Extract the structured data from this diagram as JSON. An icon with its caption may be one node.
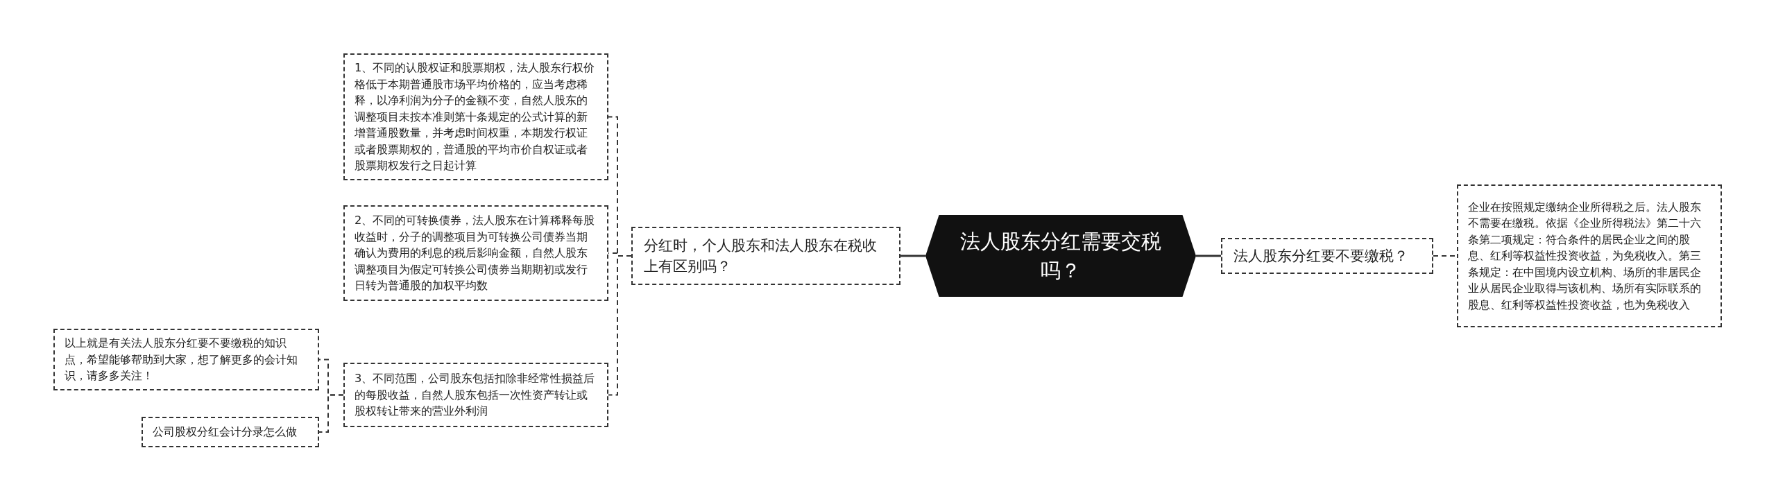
{
  "diagram": {
    "nodes": [
      {
        "text": [
          "法人股东分红需要交税吗？"
        ]
      },
      {
        "text": [
          "分红时，个人股东和法人股东在税收上有区别吗？"
        ]
      },
      {
        "text": [
          "1、不同的认股权证和股票期权，法人股东行权价格低于本期普通股市场平均价格的，应当考虑稀释，以净利润为分子的金额不变，自然人股东的调整项目未按本准则第十条规定的公式计算的新增普通股数量，并考虑时间权重，本期发行权证或者股票期权的，普通股的平均市价自权证或者股票期权发行之日起计算"
        ]
      },
      {
        "text": [
          "2、不同的可转换债券，法人股东在计算稀释每股收益时，分子的调整项目为可转换公司债券当期确认为费用的利息的税后影响金额，自然人股东调整项目为假定可转换公司债券当期期初或发行日转为普通股的加权平均数"
        ]
      },
      {
        "text": [
          "3、不同范围，公司股东包括扣除非经常性损益后的每股收益，自然人股东包括一次性资产转让或股权转让带来的营业外利润"
        ]
      },
      {
        "text": [
          "以上就是有关法人股东分红要不要缴税的知识点，希望能够帮助到大家，想了解更多的会计知识，请多多关注！"
        ]
      },
      {
        "text": [
          "公司股权分红会计分录怎么做"
        ]
      },
      {
        "text": [
          "法人股东分红要不要缴税？"
        ]
      },
      {
        "text": [
          "企业在按照规定缴纳企业所得税之后。法人股东不需要在缴税。依据《企业所得税法》第二十六条第二项规定：符合条件的居民企业之间的股息、红利等权益性投资收益，为免税收入。第三条规定：在中国境内设立机构、场所的非居民企业从居民企业取得与该机构、场所有实际联系的股息、红利等权益性投资收益，也为免税收入"
        ]
      }
    ],
    "edges": [
      {
        "from": 0,
        "to": 1,
        "arrow": "none"
      },
      {
        "from": 1,
        "to": 2,
        "arrow": "none",
        "style": "dashed"
      },
      {
        "from": 1,
        "to": 3,
        "arrow": "none",
        "style": "dashed"
      },
      {
        "from": 1,
        "to": 4,
        "arrow": "none",
        "style": "dashed"
      },
      {
        "from": 4,
        "to": 5,
        "arrow": "none",
        "style": "dashed"
      },
      {
        "from": 4,
        "to": 6,
        "arrow": "none",
        "style": "dashed"
      },
      {
        "from": 0,
        "to": 7,
        "arrow": "none"
      },
      {
        "from": 7,
        "to": 8,
        "arrow": "none",
        "style": "dashed"
      }
    ]
  }
}
